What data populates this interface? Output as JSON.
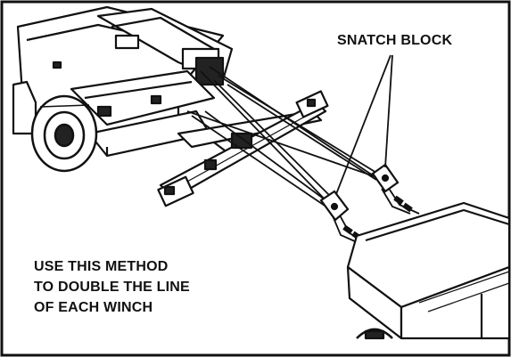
{
  "labels": {
    "snatch_block": "SNATCH BLOCK",
    "method_lines": [
      "USE THIS METHOD",
      "TO DOUBLE THE LINE",
      "OF EACH WINCH"
    ]
  }
}
